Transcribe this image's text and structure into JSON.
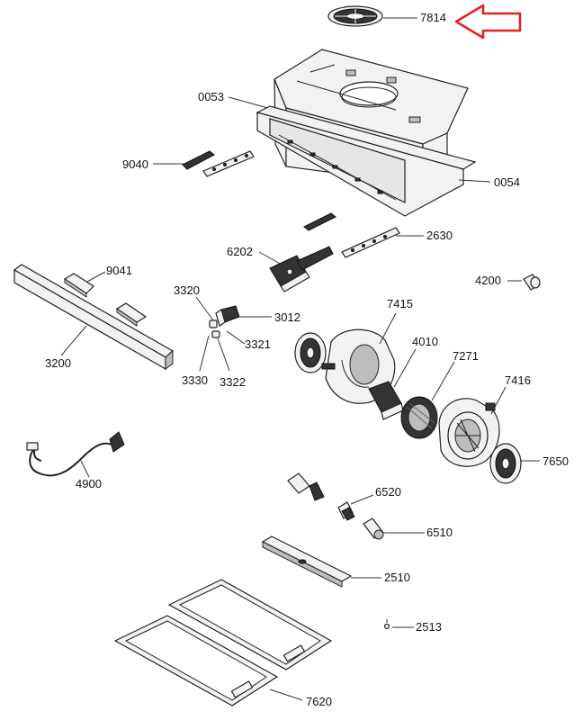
{
  "colors": {
    "arrow": "#e32222",
    "ink": "#222222"
  },
  "labels": {
    "p7814": "7814",
    "p0053": "0053",
    "p0054": "0054",
    "p9040": "9040",
    "p2630": "2630",
    "p6202": "6202",
    "p9041": "9041",
    "p4200": "4200",
    "p3320": "3320",
    "p3012": "3012",
    "p7415": "7415",
    "p3321": "3321",
    "p4010": "4010",
    "p7271": "7271",
    "p3200": "3200",
    "p3330": "3330",
    "p3322": "3322",
    "p7416": "7416",
    "p7650": "7650",
    "p4900": "4900",
    "p6520": "6520",
    "p6510": "6510",
    "p2510": "2510",
    "p2513": "2513",
    "p7620": "7620"
  }
}
